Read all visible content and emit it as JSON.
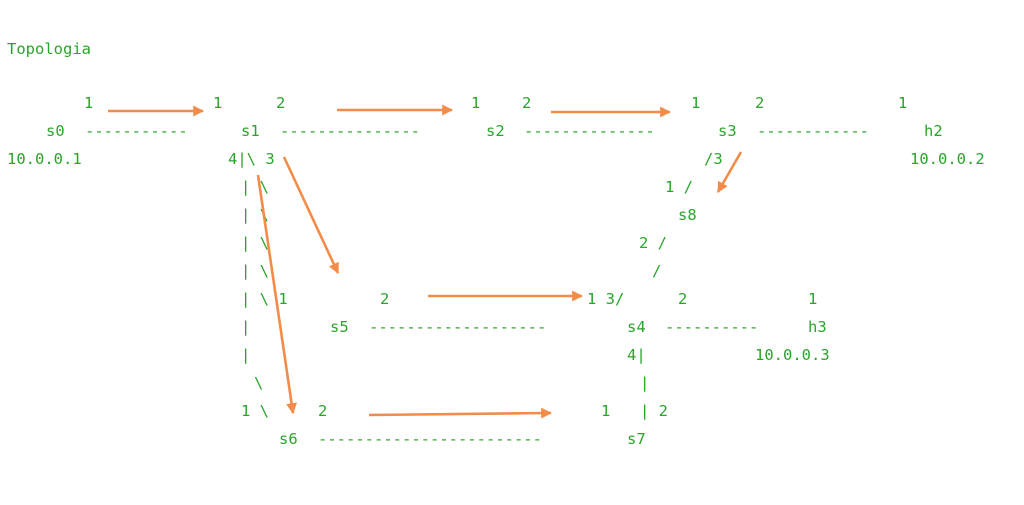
{
  "title": "Topologia",
  "colors": {
    "text": "#2aa52a",
    "arrow": "#f28c48",
    "background": "#ffffff"
  },
  "nodes": {
    "s0": "s0",
    "s1": "s1",
    "s2": "s2",
    "s3": "s3",
    "s4": "s4",
    "s5": "s5",
    "s6": "s6",
    "s7": "s7",
    "s8": "s8",
    "h2": "h2",
    "h3": "h3"
  },
  "ip_addresses": {
    "s0": "10.0.0.1",
    "h2": "10.0.0.2",
    "h3": "10.0.0.3"
  },
  "links": {
    "s0_s1": "-----------",
    "s1_s2": "---------------",
    "s2_s3": "--------------",
    "s3_h2": "------------",
    "s5_s4": "-------------------",
    "s4_h3": "----------",
    "s6_s7": "------------------------"
  }
}
